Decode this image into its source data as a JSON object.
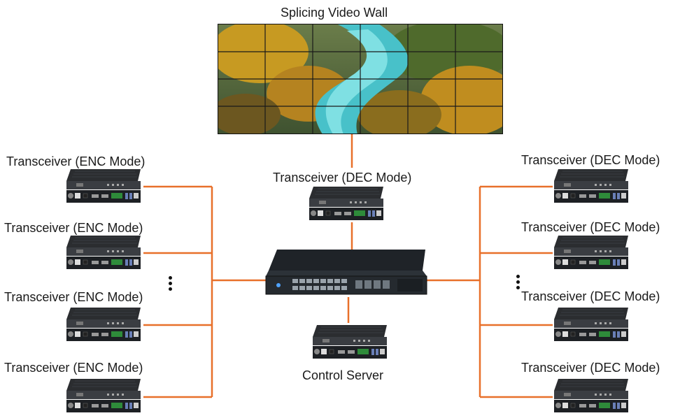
{
  "wall": {
    "title": "Splicing Video Wall"
  },
  "encoders": [
    {
      "label": "Transceiver (ENC Mode)"
    },
    {
      "label": "Transceiver (ENC Mode)"
    },
    {
      "label": "Transceiver (ENC Mode)"
    },
    {
      "label": "Transceiver (ENC Mode)"
    }
  ],
  "decoders": [
    {
      "label": "Transceiver (DEC Mode)"
    },
    {
      "label": "Transceiver (DEC Mode)"
    },
    {
      "label": "Transceiver (DEC Mode)"
    },
    {
      "label": "Transceiver (DEC Mode)"
    }
  ],
  "center_decoder": {
    "label": "Transceiver (DEC Mode)"
  },
  "control_server": {
    "label": "Control Server"
  },
  "colors": {
    "link": "#e8702a",
    "device_body": "#2b2d30",
    "device_front": "#3a3d42"
  }
}
